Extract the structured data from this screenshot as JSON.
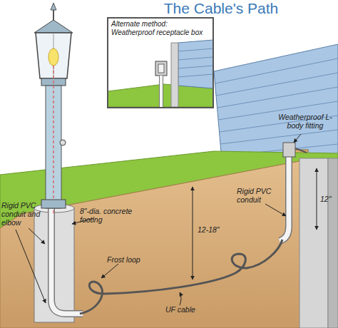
{
  "diagram": {
    "title": "The Cable's Path",
    "nodes": [
      {
        "text": [
          "Alternate method: Weatherproof receptacle box"
        ]
      }
    ],
    "labels": [
      "Weatherproof L-body fitting",
      "Rigid PVC conduit and elbow",
      "8\"-dia. concrete footing",
      "Rigid PVC conduit",
      "12\"",
      "12-18\"",
      "Frost loop",
      "UF cable"
    ]
  }
}
